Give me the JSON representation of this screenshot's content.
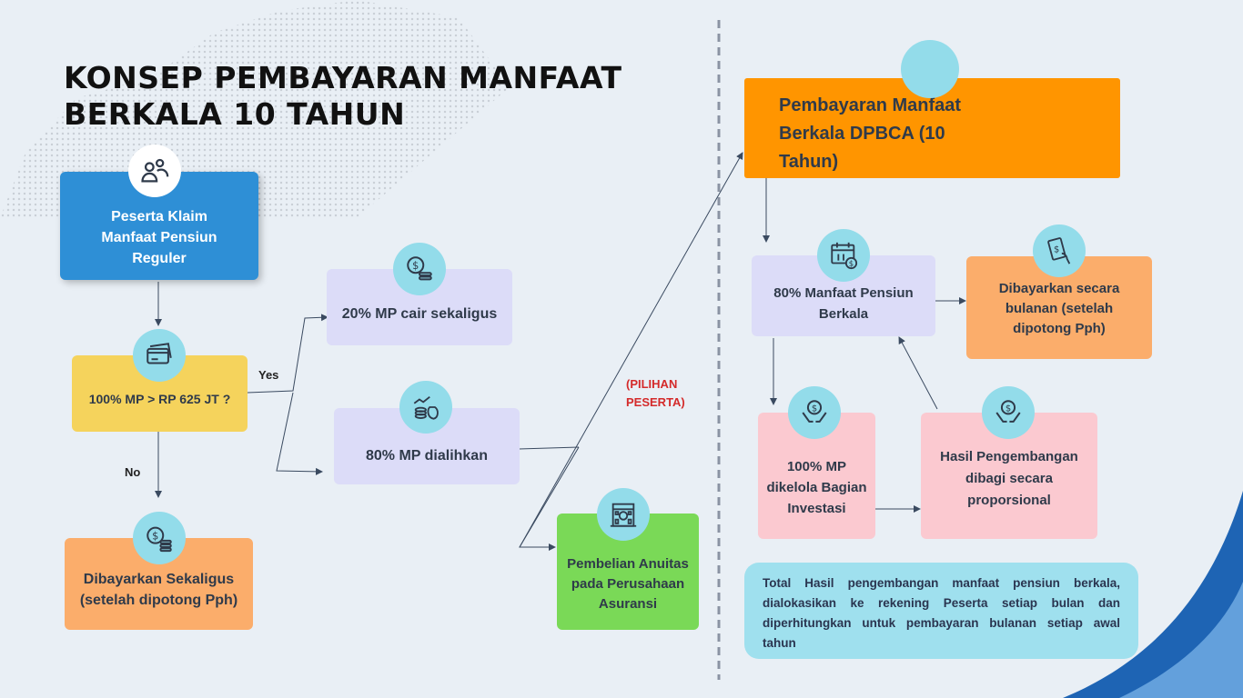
{
  "title_line1": "KONSEP PEMBAYARAN MANFAAT",
  "title_line2": "BERKALA 10 TAHUN",
  "boxes": {
    "peserta": "Peserta Klaim Manfaat Pensiun Reguler",
    "decision": "100% MP > RP 625 JT ?",
    "sekaligus": "Dibayarkan Sekaligus (setelah dipotong Pph)",
    "cair20": "20% MP cair sekaligus",
    "dialihkan80": "80% MP dialihkan",
    "anuitas": "Pembelian Anuitas pada Perusahaan Asuransi",
    "dpbca": "Pembayaran Manfaat Berkala DPBCA (10 Tahun)",
    "berkala80": "80% Manfaat Pensiun Berkala",
    "bulanan": "Dibayarkan secara bulanan (setelah dipotong Pph)",
    "investasi": "100% MP dikelola Bagian Investasi",
    "hasil": "Hasil Pengembangan dibagi secara proporsional"
  },
  "labels": {
    "yes": "Yes",
    "no": "No",
    "pilihan_line1": "(PILIHAN",
    "pilihan_line2": "PESERTA)"
  },
  "note": "Total Hasil pengembangan manfaat pensiun berkala, dialokasikan ke rekening Peserta setiap bulan dan diperhitungkan untuk pembayaran bulanan setiap awal tahun",
  "colors": {
    "blue": "#2e8fd6",
    "yellow": "#f5d35c",
    "orange_light": "#fbad6b",
    "lavender": "#dcdcf8",
    "green": "#7ad957",
    "orange": "#ff9500",
    "pink": "#fbc9d0",
    "icon_bg": "#93dcea"
  },
  "icons": [
    "people-icon",
    "credit-card-icon",
    "money-coins-icon",
    "money-growth-icon",
    "building-icon",
    "calendar-money-icon",
    "money-hand-icon",
    "money-care-icon"
  ]
}
